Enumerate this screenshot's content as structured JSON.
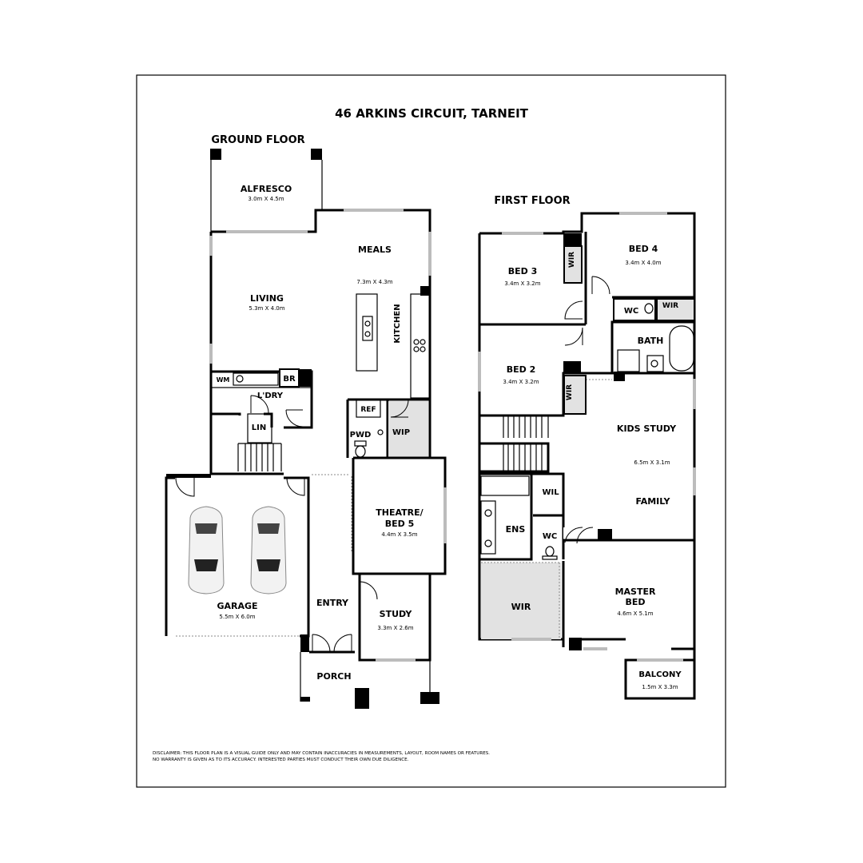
{
  "title": "46 ARKINS CIRCUIT, TARNEIT",
  "ground_floor": {
    "heading": "GROUND FLOOR",
    "rooms": {
      "alfresco": {
        "name": "ALFRESCO",
        "size": "3.0m X 4.5m"
      },
      "meals": {
        "name": "MEALS",
        "size": "7.3m X 4.3m"
      },
      "living": {
        "name": "LIVING",
        "size": "5.3m X 4.0m"
      },
      "kitchen": {
        "name": "KITCHEN"
      },
      "wm": {
        "name": "WM"
      },
      "br": {
        "name": "BR"
      },
      "laundry": {
        "name": "L'DRY"
      },
      "lin": {
        "name": "LIN"
      },
      "ref": {
        "name": "REF"
      },
      "pwd": {
        "name": "PWD"
      },
      "wip": {
        "name": "WIP"
      },
      "theatre": {
        "name_line1": "THEATRE/",
        "name_line2": "BED 5",
        "size": "4.4m X 3.5m"
      },
      "garage": {
        "name": "GARAGE",
        "size": "5.5m X 6.0m"
      },
      "entry": {
        "name": "ENTRY"
      },
      "study": {
        "name": "STUDY",
        "size": "3.3m X 2.6m"
      },
      "porch": {
        "name": "PORCH"
      }
    }
  },
  "first_floor": {
    "heading": "FIRST FLOOR",
    "rooms": {
      "bed3": {
        "name": "BED 3",
        "size": "3.4m X 3.2m"
      },
      "bed4": {
        "name": "BED 4",
        "size": "3.4m X 4.0m"
      },
      "wir_bed3": {
        "name": "WIR"
      },
      "wc_upper": {
        "name": "WC"
      },
      "wir_bed4": {
        "name": "WIR"
      },
      "bath": {
        "name": "BATH"
      },
      "bed2": {
        "name": "BED 2",
        "size": "3.4m X 3.2m"
      },
      "wir_bed2": {
        "name": "WIR"
      },
      "kids_study": {
        "name": "KIDS STUDY",
        "size": "6.5m X 3.1m"
      },
      "family": {
        "name": "FAMILY"
      },
      "wil": {
        "name": "WIL"
      },
      "ens": {
        "name": "ENS"
      },
      "wc_ens": {
        "name": "WC"
      },
      "wir_master": {
        "name": "WIR"
      },
      "master": {
        "name_line1": "MASTER",
        "name_line2": "BED",
        "size": "4.6m X 5.1m"
      },
      "balcony": {
        "name": "BALCONY",
        "size": "1.5m X 3.3m"
      }
    }
  },
  "disclaimer": {
    "line1": "DISCLAIMER: THIS FLOOR PLAN IS A VISUAL GUIDE ONLY AND MAY CONTAIN INACCURACIES IN MEASUREMENTS, LAYOUT, ROOM NAMES OR FEATURES.",
    "line2": "NO WARRANTY IS GIVEN AS TO ITS ACCURACY. INTERESTED PARTIES MUST CONDUCT THEIR OWN DUE DILIGENCE."
  }
}
